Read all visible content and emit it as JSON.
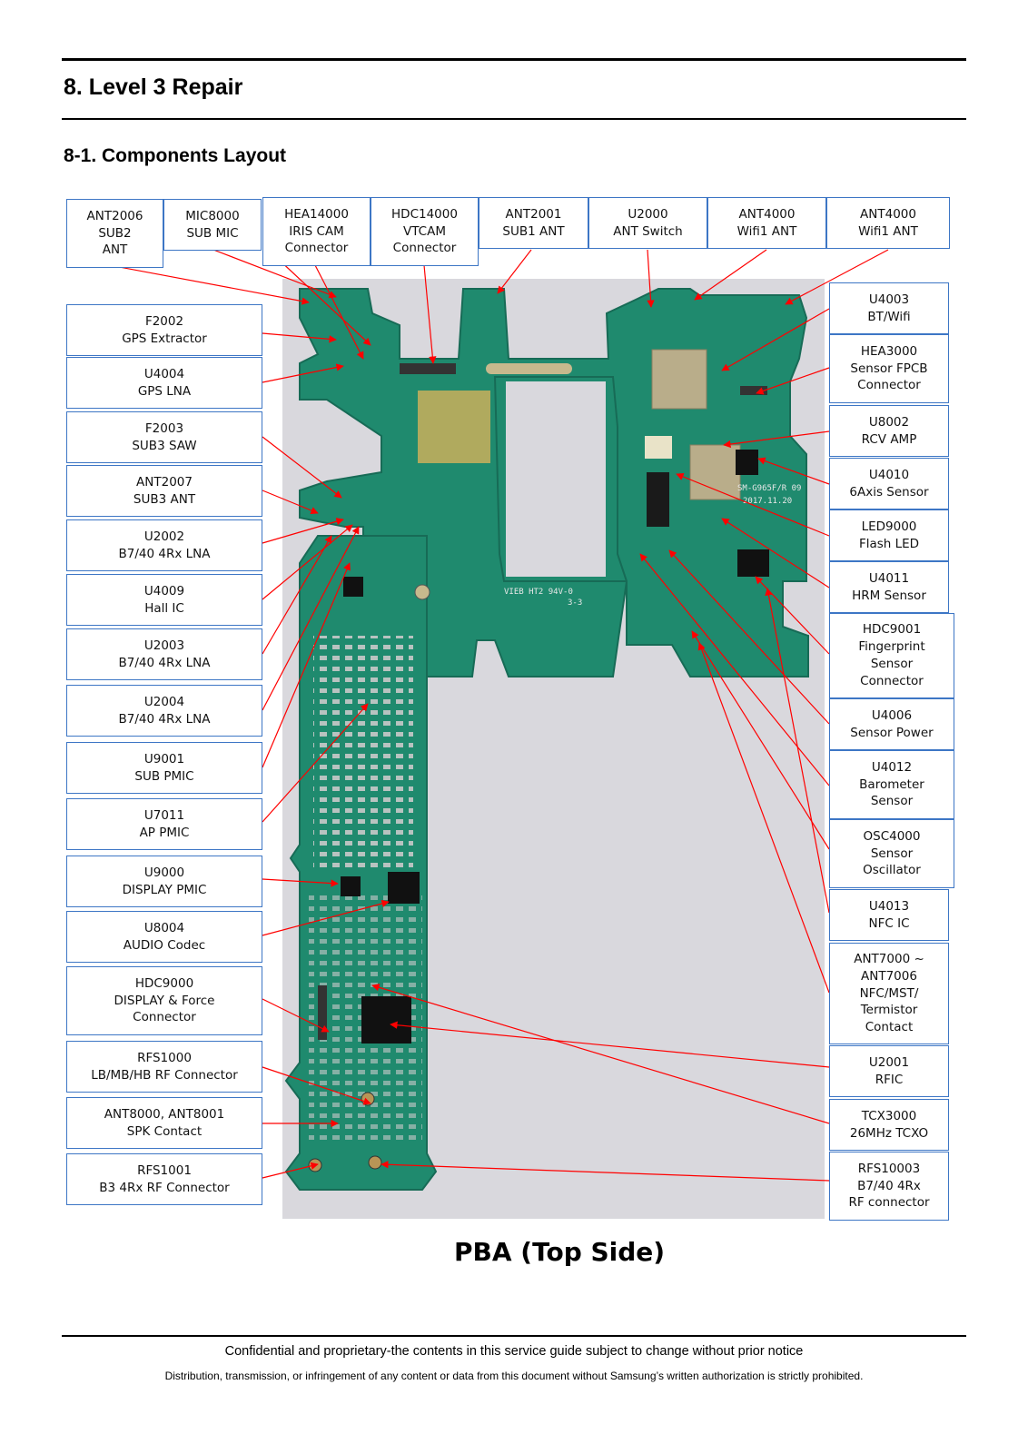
{
  "header": {
    "title": "8. Level 3 Repair",
    "subtitle": "8-1. Components Layout"
  },
  "figure_caption": "PBA (Top Side)",
  "callouts": [
    {
      "id": "ANT2006",
      "text": "ANT2006\nSUB2\nANT"
    },
    {
      "id": "MIC8000",
      "text": "MIC8000\nSUB MIC"
    },
    {
      "id": "HEA14000",
      "text": "HEA14000\nIRIS CAM\nConnector"
    },
    {
      "id": "HDC14000",
      "text": "HDC14000\nVTCAM\nConnector"
    },
    {
      "id": "ANT2001",
      "text": "ANT2001\nSUB1 ANT"
    },
    {
      "id": "U2000",
      "text": "U2000\nANT Switch"
    },
    {
      "id": "ANT4000a",
      "text": "ANT4000\nWifi1 ANT"
    },
    {
      "id": "ANT4000b",
      "text": "ANT4000\nWifi1 ANT"
    },
    {
      "id": "F2002",
      "text": "F2002\nGPS Extractor"
    },
    {
      "id": "U4004",
      "text": "U4004\nGPS LNA"
    },
    {
      "id": "F2003",
      "text": "F2003\nSUB3 SAW"
    },
    {
      "id": "ANT2007",
      "text": "ANT2007\nSUB3 ANT"
    },
    {
      "id": "U2002",
      "text": "U2002\nB7/40 4Rx LNA"
    },
    {
      "id": "U4009",
      "text": "U4009\nHall IC"
    },
    {
      "id": "U2003",
      "text": "U2003\nB7/40 4Rx LNA"
    },
    {
      "id": "U2004",
      "text": "U2004\nB7/40 4Rx LNA"
    },
    {
      "id": "U9001",
      "text": "U9001\nSUB PMIC"
    },
    {
      "id": "U7011",
      "text": "U7011\nAP PMIC"
    },
    {
      "id": "U9000",
      "text": "U9000\nDISPLAY PMIC"
    },
    {
      "id": "U8004",
      "text": "U8004\nAUDIO Codec"
    },
    {
      "id": "HDC9000",
      "text": "HDC9000\nDISPLAY & Force\nConnector"
    },
    {
      "id": "RFS1000",
      "text": "RFS1000\nLB/MB/HB RF Connector"
    },
    {
      "id": "ANT8000",
      "text": "ANT8000, ANT8001\nSPK Contact"
    },
    {
      "id": "RFS1001",
      "text": "RFS1001\nB3 4Rx RF Connector"
    },
    {
      "id": "U4003",
      "text": "U4003\nBT/Wifi"
    },
    {
      "id": "HEA3000",
      "text": "HEA3000\nSensor FPCB\nConnector"
    },
    {
      "id": "U8002",
      "text": "U8002\nRCV AMP"
    },
    {
      "id": "U4010",
      "text": "U4010\n6Axis Sensor"
    },
    {
      "id": "LED9000",
      "text": "LED9000\nFlash LED"
    },
    {
      "id": "U4011",
      "text": "U4011\nHRM Sensor"
    },
    {
      "id": "HDC9001",
      "text": "HDC9001\nFingerprint\nSensor\nConnector"
    },
    {
      "id": "U4006",
      "text": "U4006\nSensor Power"
    },
    {
      "id": "U4012",
      "text": "U4012\nBarometer\nSensor"
    },
    {
      "id": "OSC4000",
      "text": "OSC4000\nSensor\nOscillator"
    },
    {
      "id": "U4013",
      "text": "U4013\nNFC IC"
    },
    {
      "id": "ANT7000",
      "text": "ANT7000 ~\nANT7006\nNFC/MST/\nTermistor\nContact"
    },
    {
      "id": "U2001",
      "text": "U2001\nRFIC"
    },
    {
      "id": "TCX3000",
      "text": "TCX3000\n26MHz TCXO"
    },
    {
      "id": "RFS10003",
      "text": "RFS10003\nB7/40 4Rx\nRF connector"
    }
  ],
  "board_markings": [
    "SM-G965F/R 09",
    "2017.11.20",
    "VIEB HT2 94V-0",
    "3-3"
  ],
  "colors": {
    "callout_border": "#3d76c5",
    "leader_line": "#ff0000",
    "pcb": "#1f8a6e"
  },
  "footer": {
    "line1": "Confidential and proprietary-the contents in this service guide subject to change without prior notice",
    "line2": "Distribution, transmission, or infringement of any content or data from this document without Samsung’s written authorization is strictly prohibited."
  }
}
